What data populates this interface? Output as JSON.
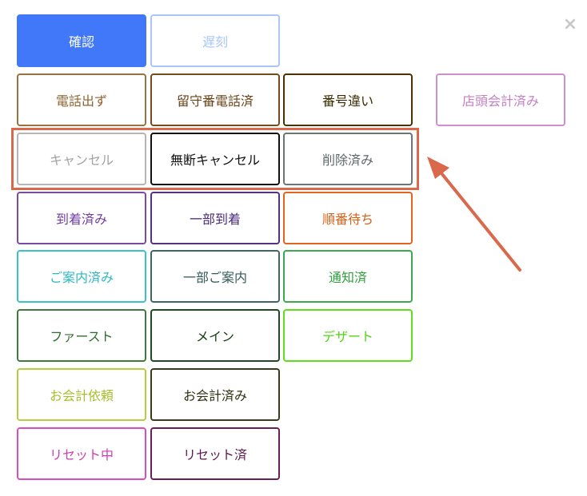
{
  "dialog": {
    "close_symbol": "×",
    "colors": {
      "confirm_fill": "#4178f9",
      "highlight": "#d9694a"
    },
    "buttons": {
      "confirm": "確認",
      "late": "遅刻",
      "no_answer": "電話出ず",
      "voicemail_done": "留守番電話済",
      "wrong_number": "番号違い",
      "store_checkout_done": "店頭会計済み",
      "cancel": "キャンセル",
      "no_show_cancel": "無断キャンセル",
      "deleted": "削除済み",
      "arrived": "到着済み",
      "partially_arrived": "一部到着",
      "waiting_in_order": "順番待ち",
      "seated": "ご案内済み",
      "partially_seated": "一部ご案内",
      "notified": "通知済",
      "first_course": "ファースト",
      "main_course": "メイン",
      "dessert": "デザート",
      "checkout_requested": "お会計依頼",
      "checkout_done": "お会計済み",
      "resetting": "リセット中",
      "reset_done": "リセット済"
    }
  }
}
